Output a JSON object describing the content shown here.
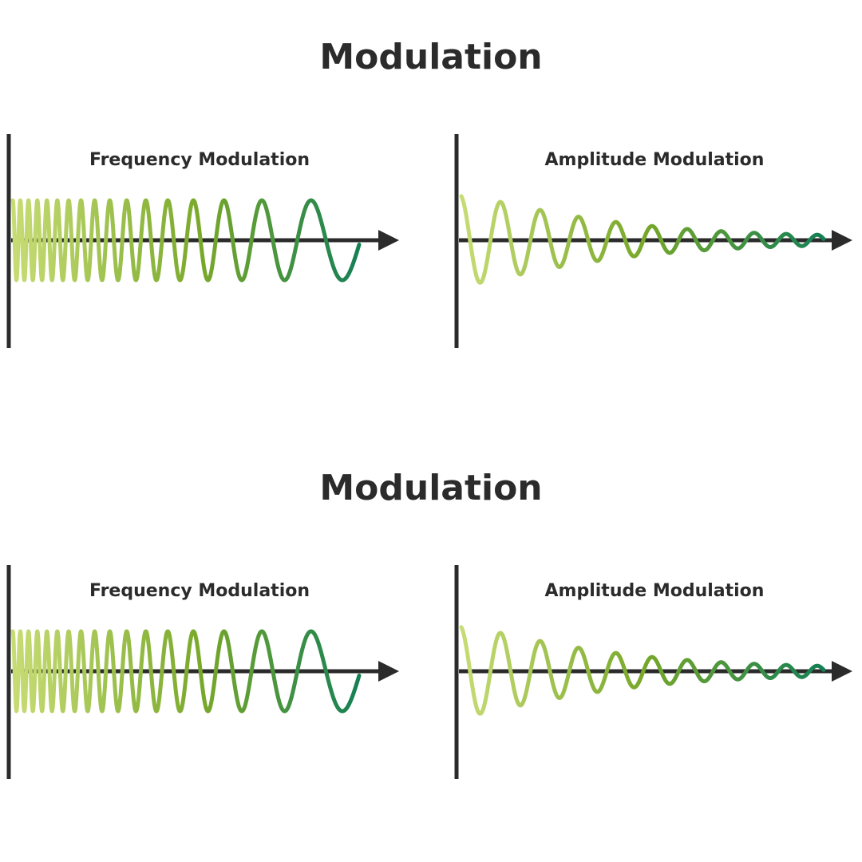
{
  "blocks": [
    {
      "title": "Modulation",
      "frequency": {
        "label": "Frequency Modulation"
      },
      "amplitude": {
        "label": "Amplitude Modulation"
      }
    },
    {
      "title": "Modulation",
      "frequency": {
        "label": "Frequency Modulation"
      },
      "amplitude": {
        "label": "Amplitude Modulation"
      }
    }
  ],
  "colors": {
    "axis": "#2b2b2b",
    "wave_start": "#c7dc74",
    "wave_mid": "#78a82a",
    "wave_end": "#158055"
  }
}
